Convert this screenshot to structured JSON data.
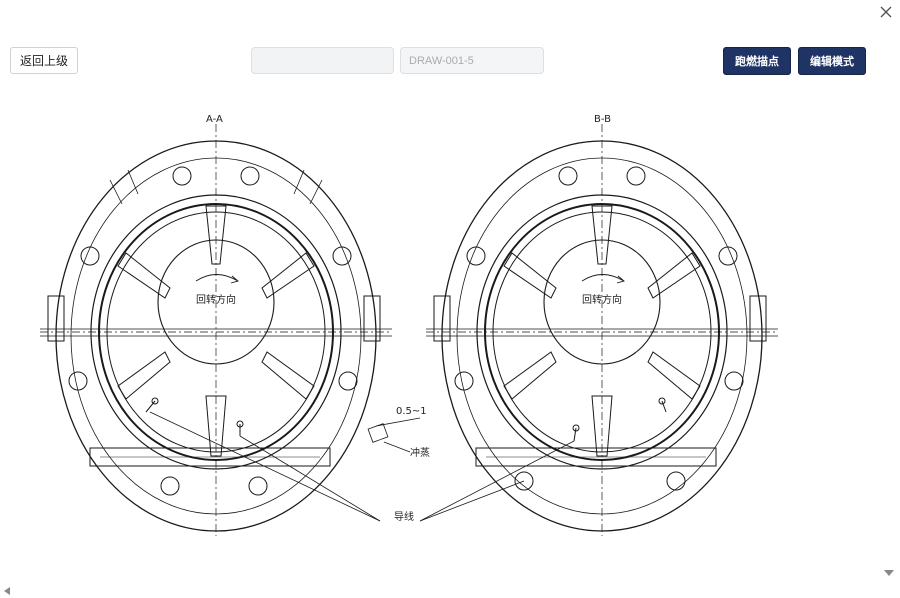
{
  "toolbar": {
    "back_label": "返回上级",
    "field_one_value": "",
    "field_two_value": "DRAW-001-5",
    "bind_label": "跑燃描点",
    "edit_label": "编辑模式"
  },
  "drawing": {
    "left_section_label": "A-A",
    "right_section_label": "B-B",
    "left_rotation_label": "回转方向",
    "right_rotation_label": "回转方向",
    "dimension_label": "0.5~1",
    "chamfer_label": "冲蒸",
    "wire_label": "导线"
  },
  "colors": {
    "primary_button": "#1f3364",
    "line": "#1a1a1a"
  }
}
